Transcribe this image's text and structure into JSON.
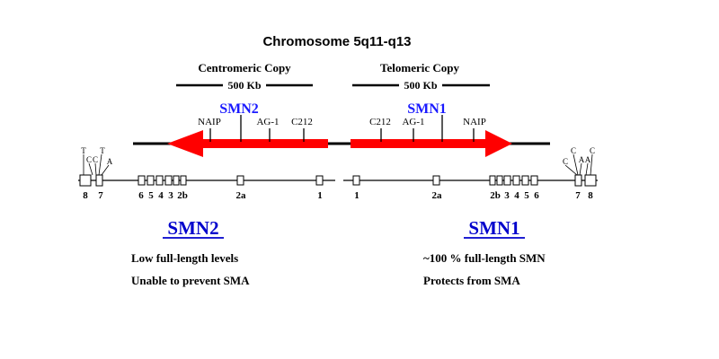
{
  "title": "Chromosome 5q11-q13",
  "centromeric": {
    "label": "Centromeric Copy",
    "size": "500 Kb",
    "gene": "SMN2"
  },
  "telomeric": {
    "label": "Telomeric Copy",
    "size": "500 Kb",
    "gene": "SMN1"
  },
  "left_markers": [
    "NAIP",
    "AG-1",
    "C212"
  ],
  "right_markers": [
    "C212",
    "AG-1",
    "NAIP"
  ],
  "left_end": {
    "top": [
      "T",
      "T"
    ],
    "bottom": [
      "C",
      "C",
      "A"
    ],
    "exons": [
      "8",
      "7"
    ]
  },
  "right_end": {
    "top": [
      "C",
      "C"
    ],
    "bottom": [
      "C",
      "A",
      "A"
    ],
    "exons": [
      "7",
      "8"
    ]
  },
  "smn2_exons": [
    "6",
    "5",
    "4",
    "3",
    "2b",
    "2a",
    "1"
  ],
  "smn1_exons": [
    "1",
    "2a",
    "2b",
    "3",
    "4",
    "5",
    "6"
  ],
  "smn2_section": {
    "heading": "SMN2",
    "lines": [
      "Low full-length levels",
      "Unable to prevent SMA"
    ]
  },
  "smn1_section": {
    "heading": "SMN1",
    "lines": [
      "~100 % full-length SMN",
      "Protects from SMA"
    ]
  },
  "colors": {
    "arrow": "#ff0000",
    "gene_label": "#1a1aff",
    "heading": "#0000cc",
    "line": "#000000"
  }
}
